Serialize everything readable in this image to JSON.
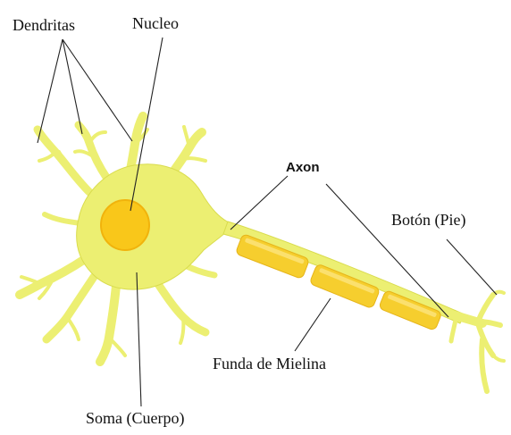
{
  "labels": {
    "dendritas": "Dendritas",
    "nucleo": "Nucleo",
    "axon": "Axon",
    "boton": "Botón (Pie)",
    "mielina": "Funda de Mielina",
    "soma": "Soma (Cuerpo)"
  },
  "colors": {
    "cell_body": "#ecef72",
    "cell_outline": "#d9dc4e",
    "nucleus": "#f9c71a",
    "nucleus_outline": "#f1b30c",
    "myelin": "#f6ce2e",
    "myelin_highlight": "#fbe06e",
    "leader_line": "#222222"
  }
}
